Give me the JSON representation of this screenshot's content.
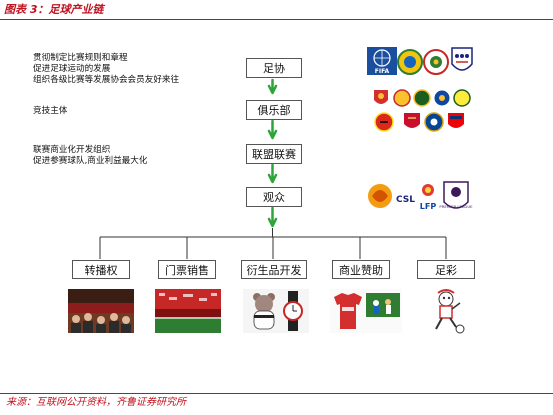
{
  "header": {
    "title": "图表 3：足球产业链"
  },
  "footer": {
    "source": "来源：互联网公开资料，齐鲁证券研究所"
  },
  "descriptions": {
    "fa": [
      "贯彻制定比赛规则和章程",
      "促进足球运动的发展",
      "组织各级比赛等发展协会会员友好来往"
    ],
    "club": [
      "竞技主体"
    ],
    "league": [
      "联赛商业化开发组织",
      "促进参赛球队,商业利益最大化"
    ]
  },
  "chain": [
    "足协",
    "俱乐部",
    "联盟联赛",
    "观众"
  ],
  "branches": [
    "转播权",
    "门票销售",
    "衍生品开发",
    "商业赞助",
    "足彩"
  ],
  "logos": {
    "fa": [
      "FIFA",
      "AFC",
      "CFA",
      "ENGLAND"
    ],
    "league": [
      "CSL",
      "LFP",
      "PREMIER LEAGUE"
    ]
  },
  "colors": {
    "accent": "#c1121f",
    "arrow": "#2ea43a",
    "line": "#333333"
  }
}
